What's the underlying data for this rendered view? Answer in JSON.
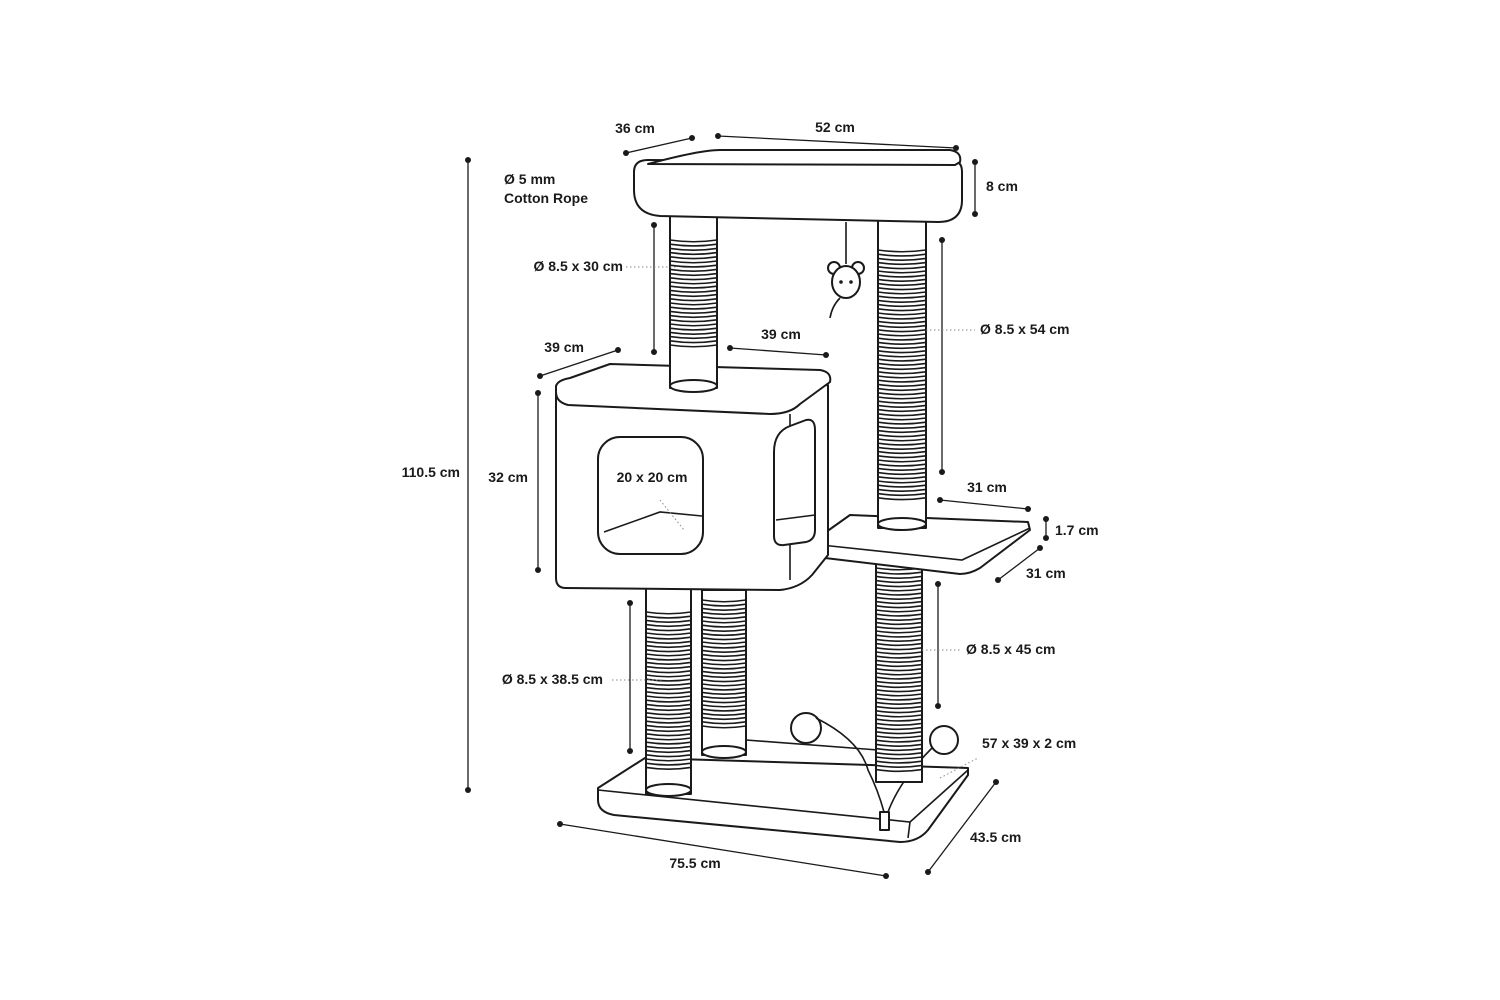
{
  "diagram": {
    "rope": {
      "diameter": "Ø 5 mm",
      "material": "Cotton Rope"
    },
    "top_platform": {
      "depth": "36 cm",
      "width": "52 cm",
      "height": "8 cm"
    },
    "posts": {
      "upper_left": "Ø 8.5 x 30 cm",
      "upper_right": "Ø 8.5 x 54 cm",
      "lower_right": "Ø 8.5 x 45 cm",
      "lower_left": "Ø 8.5 x 38.5 cm"
    },
    "cube": {
      "depth": "39 cm",
      "width": "39 cm",
      "height": "32 cm",
      "opening": "20 x 20 cm"
    },
    "side_platform": {
      "width": "31 cm",
      "depth": "31 cm",
      "thickness": "1.7 cm"
    },
    "base": {
      "size": "57 x 39 x 2 cm",
      "overall_width": "75.5 cm",
      "overall_depth": "43.5 cm"
    },
    "overall_height": "110.5 cm"
  }
}
